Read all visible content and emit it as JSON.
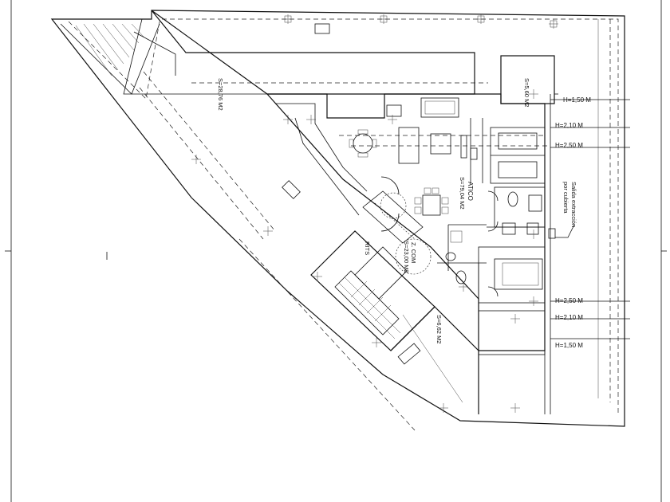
{
  "areas": {
    "terrace_north": "S=28,76 M2",
    "terrace_corner": "S=5,60 M2",
    "terrace_south": "S=6,62 M2",
    "attic_name": "ATICO",
    "attic_area": "S=79,04 M2",
    "common_name": "Z. COM",
    "common_area": "S=23,00 M2",
    "rits": "RITS"
  },
  "heights": {
    "h1": "H=1,50 M",
    "h2": "H=2,10 M",
    "h3": "H=2,50 M",
    "h4": "H=2,50 M",
    "h5": "H=2,10 M",
    "h6": "H=1,50 M"
  },
  "note": {
    "line1": "Salida extracción",
    "line2": "por cubierta"
  },
  "colors": {
    "line": "#111111",
    "background": "#ffffff"
  }
}
